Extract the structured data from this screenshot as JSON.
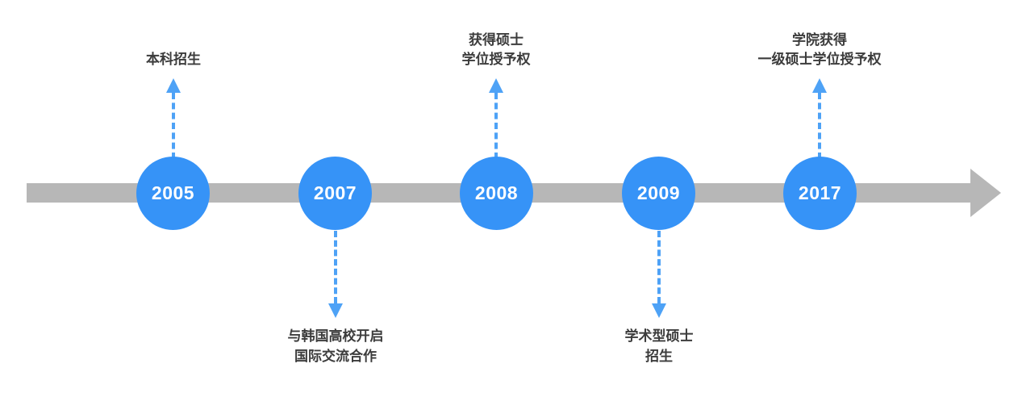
{
  "diagram": {
    "type": "timeline",
    "title": "",
    "orientation": "horizontal",
    "axis": {
      "name": "timeline-axis",
      "color": "#b7b7b7",
      "arrow_direction": "right"
    },
    "node_color": "#3693f7",
    "node_text_color": "#ffffff",
    "connector_color": "#4ea2f6",
    "label_color": "#3c3c3c",
    "milestones": [
      {
        "year": "2005",
        "label_position": "above",
        "label_lines": [
          "本科招生"
        ]
      },
      {
        "year": "2007",
        "label_position": "below",
        "label_lines": [
          "与韩国高校开启",
          "国际交流合作"
        ]
      },
      {
        "year": "2008",
        "label_position": "above",
        "label_lines": [
          "获得硕士",
          "学位授予权"
        ]
      },
      {
        "year": "2009",
        "label_position": "below",
        "label_lines": [
          "学术型硕士",
          "招生"
        ]
      },
      {
        "year": "2017",
        "label_position": "above",
        "label_lines": [
          "学院获得",
          "一级硕士学位授予权"
        ]
      }
    ]
  }
}
